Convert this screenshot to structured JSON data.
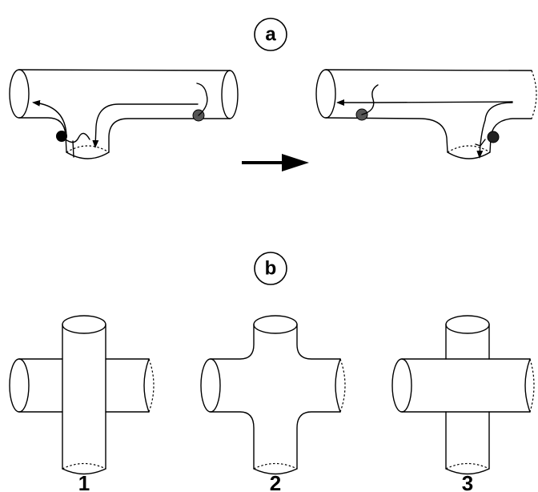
{
  "panel_a": {
    "label": "a"
  },
  "panel_b": {
    "label": "b",
    "shapes": [
      {
        "number": "1"
      },
      {
        "number": "2"
      },
      {
        "number": "3"
      }
    ]
  }
}
